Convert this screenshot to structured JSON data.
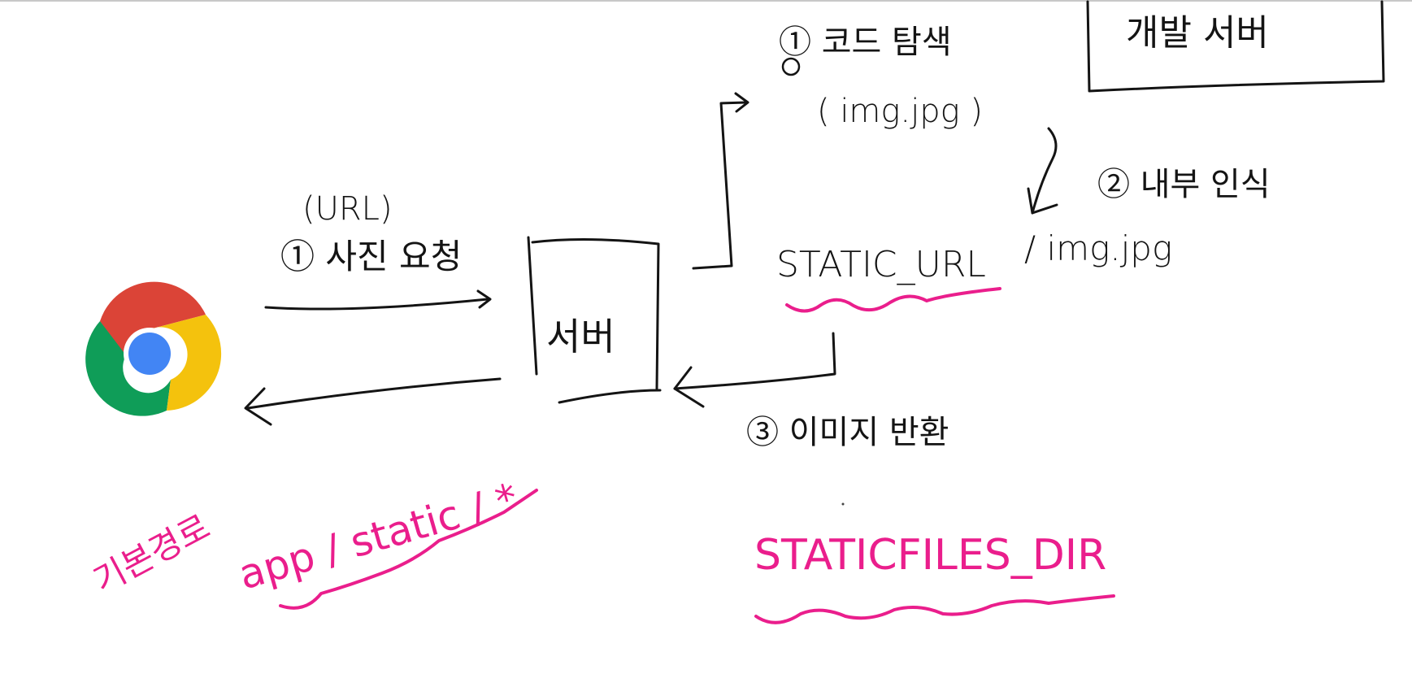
{
  "labels": {
    "dev_server": "개발 서버",
    "step1_code": "① 코드 탐색",
    "step1_file": "( img.jpg )",
    "step2_recog": "② 내부 인식",
    "url_label": "(URL)",
    "step1_request": "① 사진 요청",
    "server": "서버",
    "static_url": "STATIC_URL",
    "static_url_path": "/ img.jpg",
    "step3_return": "③ 이미지 반환",
    "base_path": "기본경로",
    "app_static": "app / static / *",
    "staticfiles_dir": "STATICFILES_DIR"
  },
  "icons": {
    "browser": "chrome-browser-icon"
  },
  "colors": {
    "ink": "#141414",
    "highlight": "#ea1e8c",
    "chrome_red": "#db4437",
    "chrome_green": "#0f9d58",
    "chrome_yellow": "#f4c20d",
    "chrome_blue": "#4285f4"
  }
}
